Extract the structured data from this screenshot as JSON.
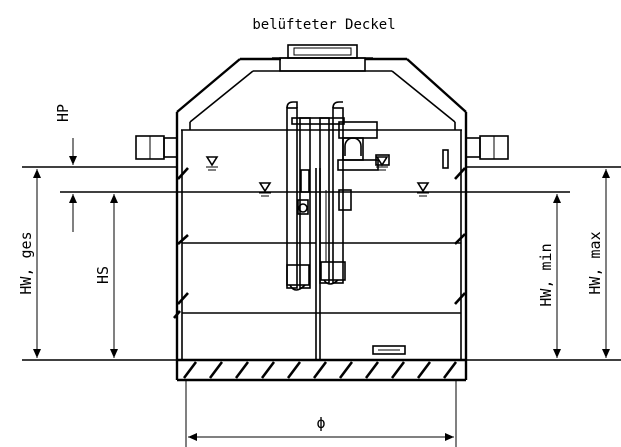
{
  "labels": {
    "top": "belüfteter Deckel",
    "hp": "HP",
    "hw_ges": "HW, ges",
    "hs": "HS",
    "hw_min": "HW, min",
    "hw_max": "HW, max",
    "diameter": "ϕ"
  },
  "colors": {
    "line": "#000000",
    "background": "#ffffff"
  },
  "icons": {
    "water_level": "water-level-triangle-icon",
    "dimension_arrow": "dimension-arrow-icon"
  }
}
